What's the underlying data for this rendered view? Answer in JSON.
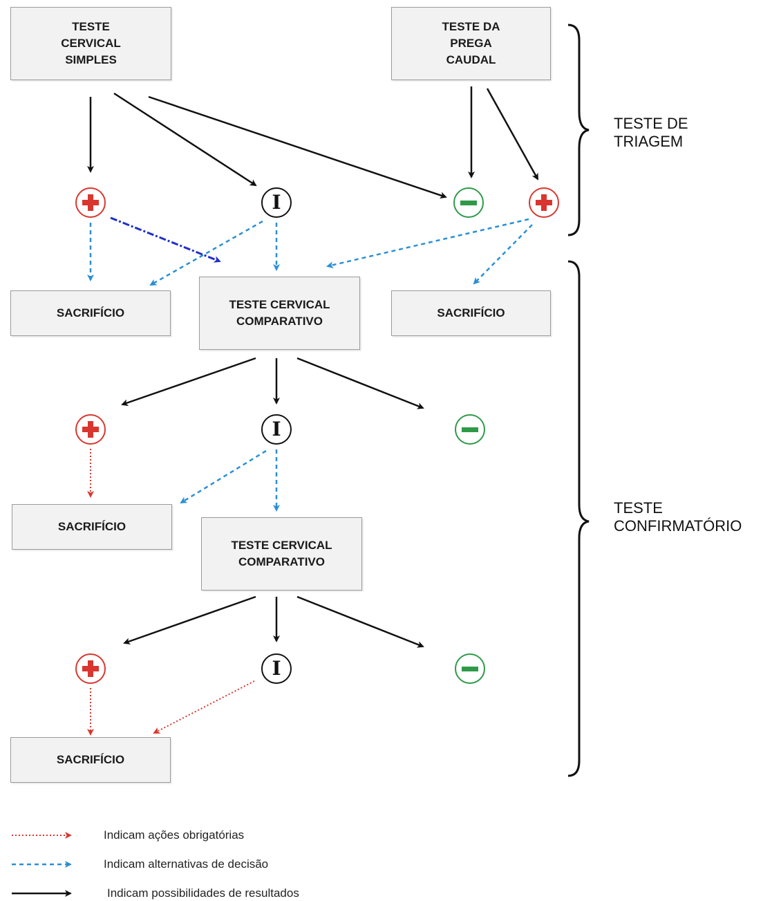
{
  "boxes": {
    "simples": "TESTE\nCERVICAL\nSIMPLES",
    "prega_caudal": "TESTE  DA\nPREGA\nCAUDAL",
    "sacrificio_1": "SACRIFÍCIO",
    "comparativo_1": "TESTE CERVICAL\nCOMPARATIVO",
    "sacrificio_2": "SACRIFÍCIO",
    "sacrificio_3": "SACRIFÍCIO",
    "comparativo_2": "TESTE CERVICAL\nCOMPARATIVO",
    "sacrificio_4": "SACRIFÍCIO"
  },
  "node_symbols": {
    "inconclusive": "I"
  },
  "side_labels": {
    "triagem": "TESTE DE\nTRIAGEM",
    "confirmatorio": "TESTE\nCONFIRMATÓRIO"
  },
  "legend": {
    "mandatory": "Indicam ações obrigatórias",
    "alternatives": "Indicam alternativas de decisão",
    "results": "Indicam possibilidades de resultados"
  },
  "colors": {
    "positive": "#d9362f",
    "negative": "#2e9a48",
    "mandatory_arrow": "#d9362f",
    "alternative_arrow": "#2a8fd4",
    "result_arrow": "#111111"
  }
}
